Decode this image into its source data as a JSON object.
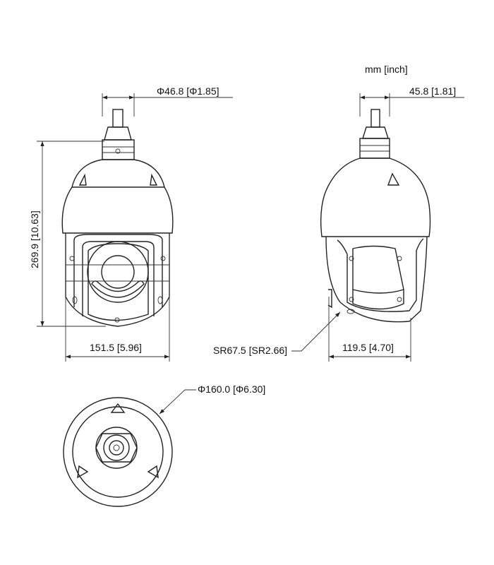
{
  "units_label": "mm [inch]",
  "front_view": {
    "top_diameter": "Φ46.8 [Φ1.85]",
    "height": "269.9 [10.63]",
    "width": "151.5 [5.96]"
  },
  "side_view": {
    "top_width": "45.8 [1.81]",
    "sphere_radius": "SR67.5 [SR2.66]",
    "width": "119.5 [4.70]"
  },
  "bottom_view": {
    "diameter": "Φ160.0 [Φ6.30]"
  }
}
